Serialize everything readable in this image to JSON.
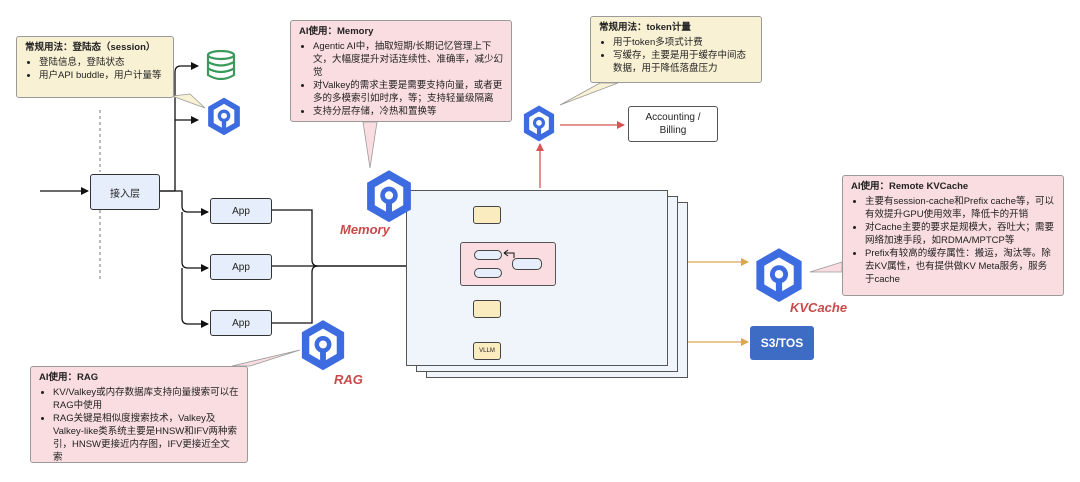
{
  "notes": {
    "session": {
      "title": "常规用法：登陆态（session）",
      "items": [
        "登陆信息，登陆状态",
        "用户API buddle，用户计量等"
      ]
    },
    "memory": {
      "title": "AI使用：Memory",
      "items": [
        "Agentic AI中，抽取短期/长期记忆管理上下文，大幅度提升对话连续性、准确率，减少幻觉",
        "对Valkey的需求主要是需要支持向量，或者更多的多模索引如时序，等；支持轻量级隔离",
        "支持分层存储，冷热和置换等"
      ]
    },
    "token": {
      "title": "常规用法：token计量",
      "items": [
        "用于token多项式计费",
        "写缓存，主要是用于缓存中间态数据，用于降低落盘压力"
      ]
    },
    "kvcache": {
      "title": "AI使用：Remote KVCache",
      "items": [
        "主要有session-cache和Prefix cache等，可以有效提升GPU使用效率，降低卡的开销",
        "对Cache主要的要求是规模大，吞吐大；需要网络加速手段，如RDMA/MPTCP等",
        "Prefix有较高的缓存属性：搬运，淘汰等。除去KV属性，也有提供做KV Meta服务，服务于cache"
      ]
    },
    "rag": {
      "title": "AI使用：RAG",
      "items": [
        "KV/Valkey或内存数据库支持向量搜索可以在RAG中使用",
        "RAG关键是相似度搜索技术，Valkey及Valkey-like类系统主要是HNSW和IFV两种索引，HNSW更接近内存图，IFV更接近全文索"
      ]
    }
  },
  "boxes": {
    "access": "接入层",
    "app1": "App",
    "app2": "App",
    "app3": "App",
    "accounting": "Accounting / Billing",
    "s3": "S3/TOS",
    "vllm": "VLLM"
  },
  "captions": {
    "memory": "Memory",
    "kvcache": "KVCache",
    "rag": "RAG"
  },
  "icons": [
    "database-icon",
    "valkey-logo-icon"
  ],
  "colors": {
    "note_yellow": "#f8f1d4",
    "note_pink": "#f9dde0",
    "box_blue": "#e6eefb",
    "logo_blue": "#3d6be0",
    "caption_red": "#c94a4a",
    "s3_blue": "#3e6bc4",
    "db_green": "#3a9a5b",
    "accounting_arrow": "#d85555",
    "kvcache_link": "#d9a84a"
  }
}
